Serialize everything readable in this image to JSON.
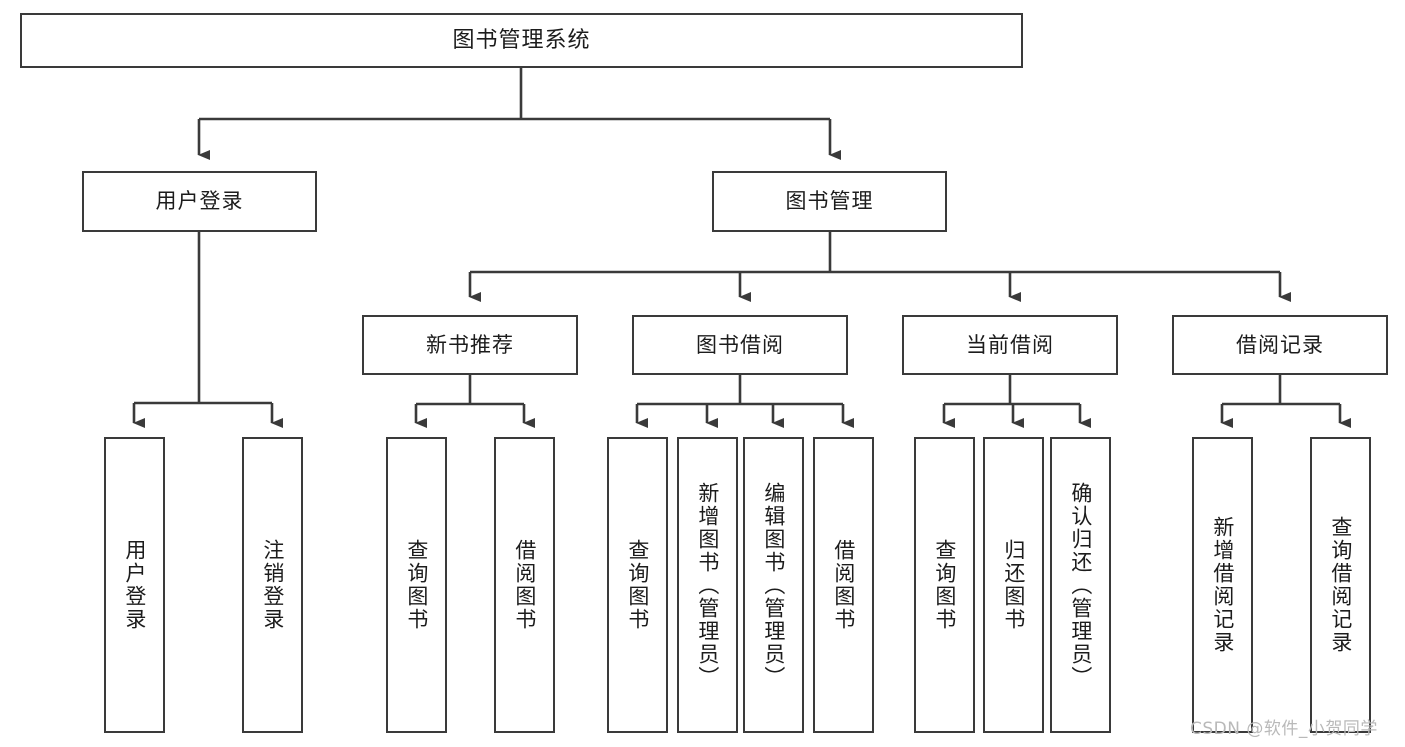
{
  "diagram": {
    "title": "图书管理系统",
    "type": "hierarchy-tree",
    "watermark": "CSDN @软件_小贺同学",
    "colors": {
      "box_border": "#3a3a3a",
      "box_fill": "#ffffff",
      "connector": "#3a3a3a",
      "text": "#1c1c1c",
      "watermark": "#b9b9b9"
    },
    "nodes": {
      "root": {
        "label": "图书管理系统"
      },
      "level2": [
        {
          "label": "用户登录"
        },
        {
          "label": "图书管理"
        }
      ],
      "level3": [
        {
          "label": "新书推荐"
        },
        {
          "label": "图书借阅"
        },
        {
          "label": "当前借阅"
        },
        {
          "label": "借阅记录"
        }
      ],
      "leaves": {
        "user_login": [
          {
            "label": "用户登录"
          },
          {
            "label": "注销登录"
          }
        ],
        "new_book_recommend": [
          {
            "label": "查询图书"
          },
          {
            "label": "借阅图书"
          }
        ],
        "book_borrow": [
          {
            "label": "查询图书"
          },
          {
            "label": "新增图书（管理员）"
          },
          {
            "label": "编辑图书（管理员）"
          },
          {
            "label": "借阅图书"
          }
        ],
        "current_borrow": [
          {
            "label": "查询图书"
          },
          {
            "label": "归还图书"
          },
          {
            "label": "确认归还（管理员）"
          }
        ],
        "borrow_record": [
          {
            "label": "新增借阅记录"
          },
          {
            "label": "查询借阅记录"
          }
        ]
      }
    }
  }
}
